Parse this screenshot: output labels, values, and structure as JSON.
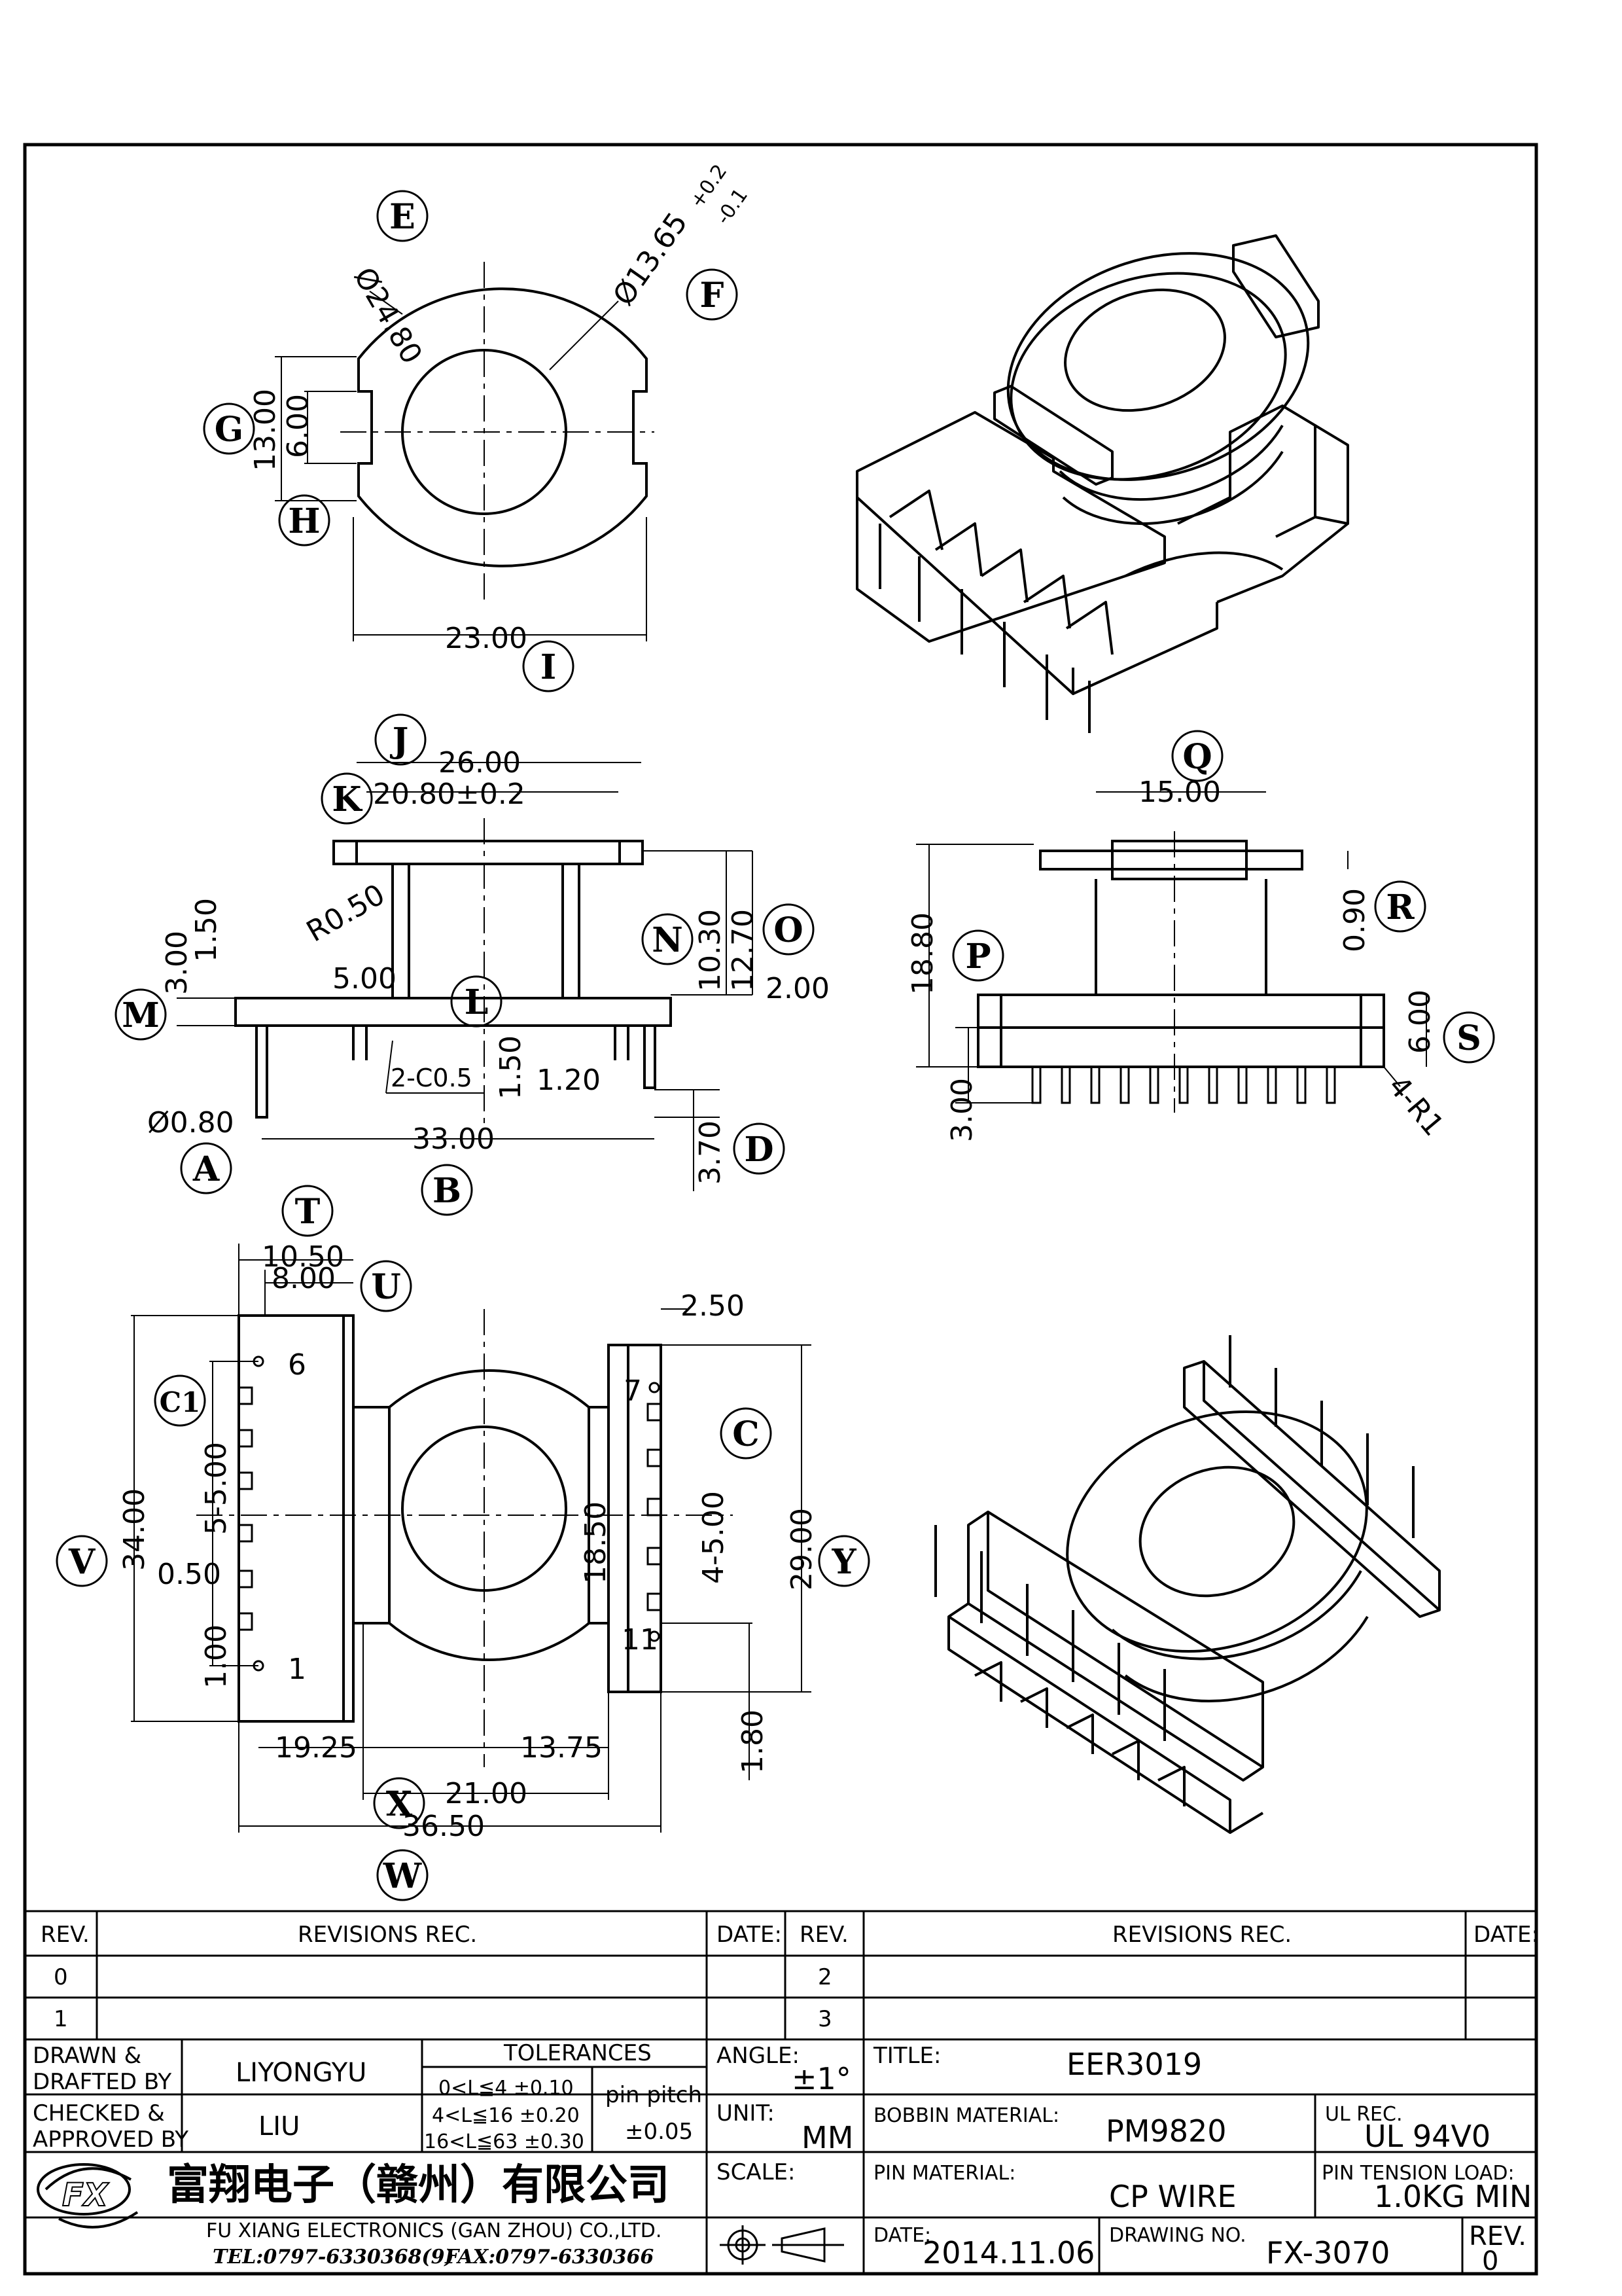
{
  "drawing": {
    "top_view": {
      "dims": [
        "Ø24.80",
        "Ø13.65",
        "+0.2",
        "-0.1",
        "13.00",
        "6.00",
        "23.00"
      ],
      "labels": [
        "E",
        "F",
        "G",
        "H",
        "I"
      ]
    },
    "front_view": {
      "dims": [
        "26.00",
        "20.80±0.2",
        "R0.50",
        "10.30",
        "12.70",
        "2.00",
        "3.00",
        "1.50",
        "5.00",
        "2-C0.5",
        "1.50",
        "1.20",
        "Ø0.80",
        "33.00",
        "3.70"
      ],
      "labels": [
        "J",
        "K",
        "N",
        "O",
        "M",
        "L",
        "A",
        "B",
        "D"
      ]
    },
    "side_view": {
      "dims": [
        "15.00",
        "18.80",
        "0.90",
        "6.00",
        "3.00",
        "4-R1"
      ],
      "labels": [
        "Q",
        "R",
        "P",
        "S"
      ]
    },
    "bottom_view": {
      "dims": [
        "10.50",
        "8.00",
        "2.50",
        "34.00",
        "5-5.00",
        "0.50",
        "1.00",
        "18.50",
        "4-5.00",
        "29.00",
        "1.80",
        "19.25",
        "13.75",
        "21.00",
        "36.50"
      ],
      "labels": [
        "T",
        "U",
        "C1",
        "C",
        "V",
        "Y",
        "X",
        "W"
      ],
      "pins": [
        "6",
        "1",
        "7",
        "11"
      ]
    }
  },
  "titleblock": {
    "rev_header": "REV.",
    "revisions_header": "REVISIONS   REC.",
    "date_header": "DATE:",
    "rev_rows_left": [
      "0",
      "1"
    ],
    "rev_rows_right": [
      "2",
      "3"
    ],
    "drawn_label": "DRAWN &",
    "drafted_label": "DRAFTED BY",
    "drawn_value": "LIYONGYU",
    "checked_label": "CHECKED &",
    "approved_label": "APPROVED BY",
    "checked_value": "LIU",
    "tolerances_title": "TOLERANCES",
    "tol_rows": [
      "0<L≦4   ±0.10",
      "4<L≦16  ±0.20",
      "16<L≦63  ±0.30"
    ],
    "pin_pitch_label": "pin  pitch",
    "pin_pitch_value": "±0.05",
    "angle_label": "ANGLE:",
    "angle_value": "±1°",
    "unit_label": "UNIT:",
    "unit_value": "MM",
    "scale_label": "SCALE:",
    "title_label": "TITLE:",
    "title_value": "EER3019",
    "bobbin_label": "BOBBIN  MATERIAL:",
    "bobbin_value": "PM9820",
    "ul_label": "UL  REC.",
    "ul_value": "UL  94V0",
    "pin_material_label": "PIN  MATERIAL:",
    "pin_material_value": "CP  WIRE",
    "tension_label": "PIN  TENSION  LOAD:",
    "tension_value": "1.0KG  MIN",
    "date_label": "DATE:",
    "date_value": "2014.11.06",
    "drawing_no_label": "DRAWING  NO.",
    "drawing_no_value": "FX-3070",
    "rev_label": "REV.",
    "rev_value": "0",
    "company_cn": "富翔电子（赣州）有限公司",
    "company_en": "FU XIANG ELECTRONICS (GAN ZHOU) CO.,LTD.",
    "tel": "TEL:0797-6330368(9)",
    "fax": "FAX:0797-6330366"
  }
}
